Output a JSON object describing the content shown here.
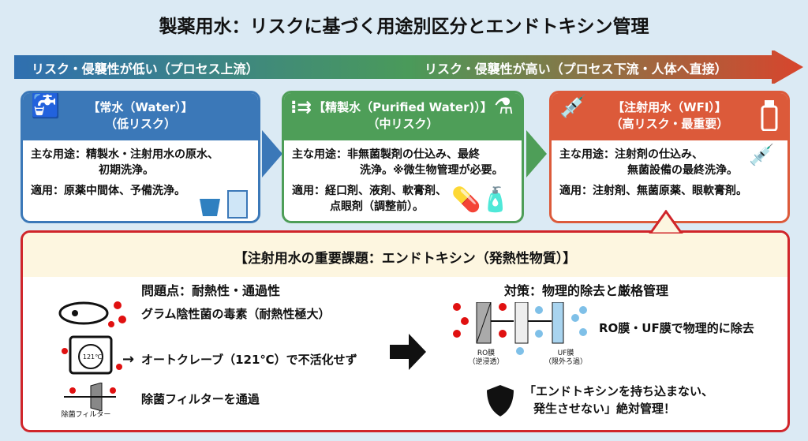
{
  "title": "製薬用水：リスクに基づく用途別区分とエンドトキシン管理",
  "risk_arrow": {
    "left": "リスク・侵襲性が低い（プロセス上流）",
    "right": "リスク・侵襲性が高い（プロセス下流・人体へ直接）"
  },
  "cards": [
    {
      "title": "【常水（Water）】",
      "risk": "（低リスク）",
      "use_label": "主な用途：",
      "use_1": "精製水・注射用水の原水、",
      "use_2": "初期洗浄。",
      "apply": "適用：原薬中間体、予備洗浄。",
      "color": "#3b78b8"
    },
    {
      "title": "【精製水（Purified Water)）】",
      "risk": "（中リスク）",
      "use_label": "主な用途：",
      "use_1": "非無菌製剤の仕込み、最終",
      "use_2": "洗浄。※微生物管理が必要。",
      "apply": "適用：経口剤、液剤、軟膏剤、",
      "apply_2": "点眼剤（調整前）。",
      "color": "#4e9e58"
    },
    {
      "title": "【注射用水（WFI）】",
      "risk": "（高リスク・最重要）",
      "use_label": "主な用途：",
      "use_1": "注射剤の仕込み、",
      "use_2": "無菌設備の最終洗浄。",
      "apply": "適用：注射剤、無菌原薬、眼軟膏剤。",
      "color": "#dc5a3a"
    }
  ],
  "panel": {
    "title": "【注射用水の重要課題：エンドトキシン（発熱性物質）】",
    "problem_title": "問題点：耐熱性・通過性",
    "problems": [
      "グラム陰性菌の毒素（耐熱性極大）",
      "オートクレーブ（121℃）で不活化せず",
      "除菌フィルターを通過"
    ],
    "autoclave_label": "121℃",
    "filter_label": "除菌フィルター",
    "measure_title": "対策：物理的除去と厳格管理",
    "ro_label": "RO膜",
    "ro_sub": "（逆浸透）",
    "uf_label": "UF膜",
    "uf_sub": "（限外ろ過）",
    "measure_1": "RO膜・UF膜で物理的に除去",
    "slogan_1": "「エンドトキシンを持ち込まない、",
    "slogan_2": "発生させない」絶対管理！"
  }
}
